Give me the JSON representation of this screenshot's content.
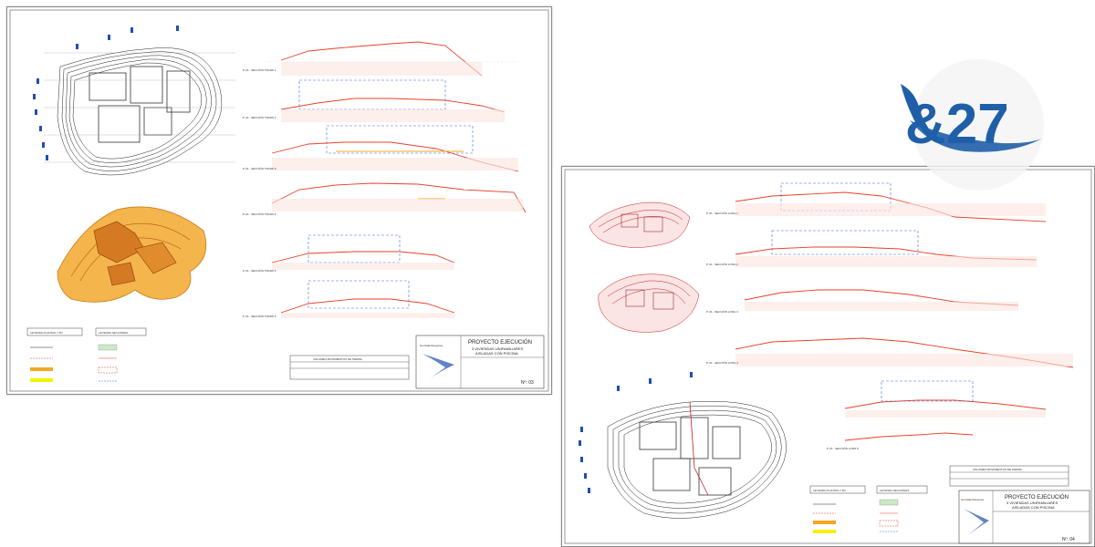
{
  "sheets": [
    {
      "id": "sheet-a",
      "title_block": {
        "project_label": "PROYECTO EJECUCIÓN",
        "line2": "3 VIVIENDAS UNIFAMILIARES",
        "line3": "AISLADAS CON PISCINA",
        "sheet_number": "Nº: 03",
        "logo_text": "GonzálezAsesores"
      },
      "legend_plantas_title": "LEYENDA PLANTAS Y 3D",
      "legend_secciones_title": "LEYENDA SECCIONES",
      "volumes_table_title": "VOLUMEN MOVIMIENTOS DE TIERRA",
      "section_labels": [
        "P. 01 - SECCIÓN TRANS 1",
        "P. 01 - SECCIÓN TRANS 2",
        "P. 01 - SECCIÓN TRANS 3",
        "P. 01 - SECCIÓN TRANS 4",
        "P. 01 - SECCIÓN TRANS 5",
        "P. 01 - SECCIÓN TRANS 6"
      ]
    },
    {
      "id": "sheet-b",
      "title_block": {
        "project_label": "PROYECTO EJECUCIÓN",
        "line2": "3 VIVIENDAS UNIFAMILIARES",
        "line3": "AISLADAS CON PISCINA",
        "sheet_number": "Nº: 04",
        "logo_text": "GonzálezAsesores"
      },
      "legend_plantas_title": "LEYENDA PLANTAS Y 3D",
      "legend_secciones_title": "LEYENDA SECCIONES",
      "volumes_table_title": "VOLUMEN MOVIMIENTOS DE TIERRA",
      "section_labels": [
        "P. 01 - SECCIÓN LONG 1",
        "P. 01 - SECCIÓN LONG 2",
        "P. 01 - SECCIÓN LONG 3",
        "P. 01 - SECCIÓN LONG 4",
        "P. 01 - SECCIÓN LONG 5"
      ]
    }
  ],
  "logo": {
    "text": "&27",
    "primary_color": "#1f5fa8",
    "name": "and27-logo"
  },
  "colors": {
    "cut_line": "#e8402a",
    "fill_line": "#f5a623",
    "section_blue": "#3c6fd6",
    "terrain_3d": "#f0b24a"
  }
}
